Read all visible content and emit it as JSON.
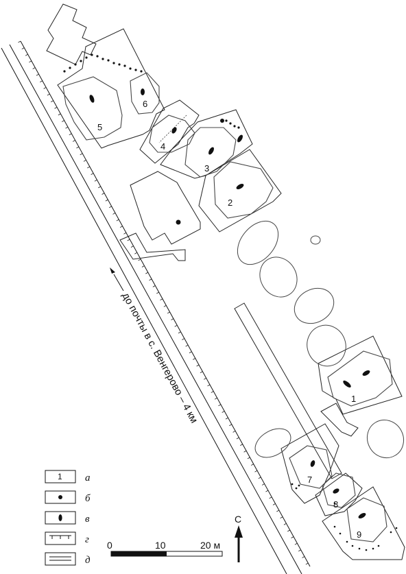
{
  "road_label": "до почты в с. Венгерово – 4 км",
  "north_label": "С",
  "scale": {
    "ticks": [
      "0",
      "10",
      "20 м"
    ]
  },
  "dwellings": [
    "1",
    "2",
    "3",
    "4",
    "5",
    "6",
    "7",
    "8",
    "9"
  ],
  "legend": [
    {
      "key": "1",
      "name": "а"
    },
    {
      "key": "",
      "name": "б"
    },
    {
      "key": "",
      "name": "в"
    },
    {
      "key": "",
      "name": "г"
    },
    {
      "key": "",
      "name": "д"
    }
  ]
}
